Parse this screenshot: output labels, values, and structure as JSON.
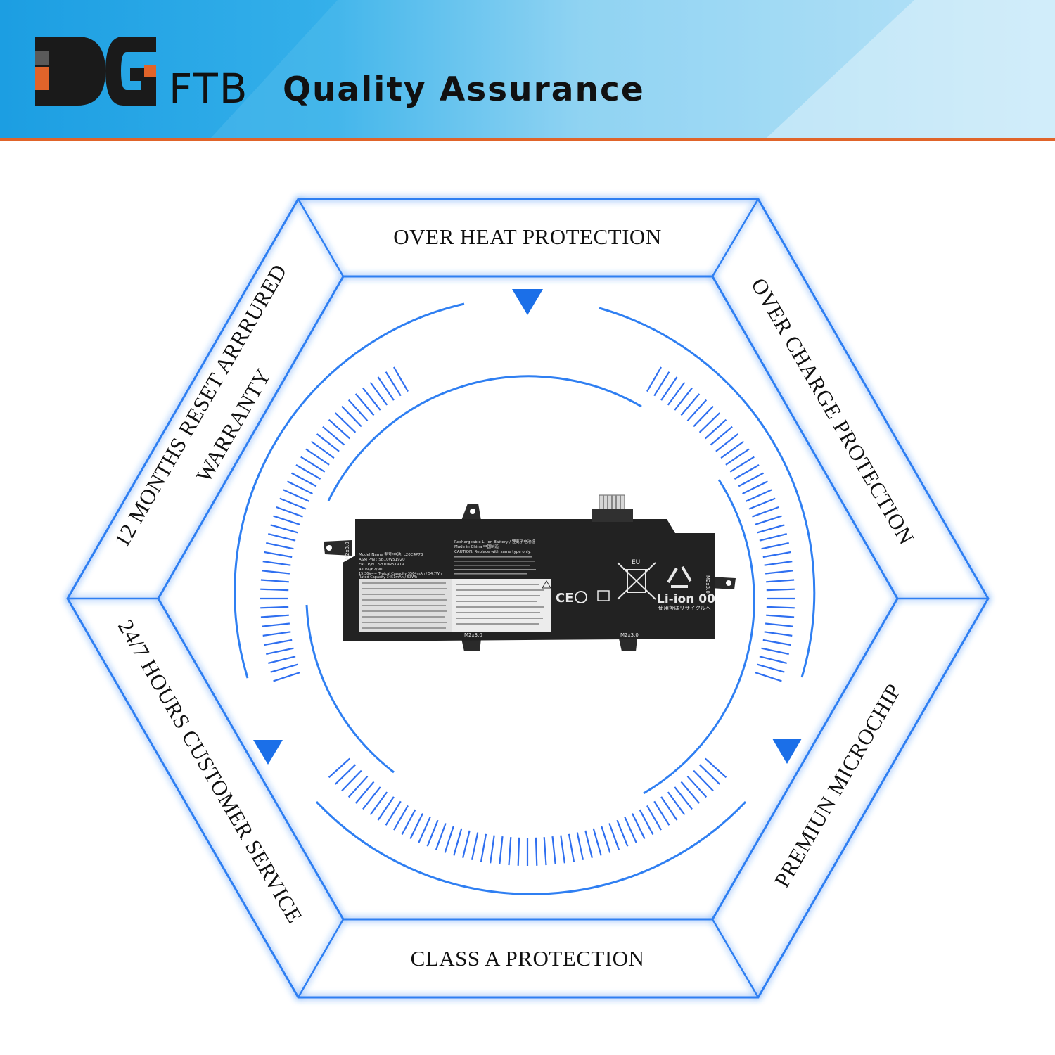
{
  "header": {
    "brand_ftb": "FTB",
    "tagline": "Quality Assurance",
    "colors": {
      "blue": "#1d9fe3",
      "light_blue": "#cfeaf8",
      "accent": "#e0642a",
      "dark": "#1a1a1a"
    }
  },
  "features": {
    "top": "OVER HEAT PROTECTION",
    "upper_right": "OVER CHARGE PROTECTION",
    "lower_right": "PREMIUN MICROCHIP",
    "bottom": "CLASS A PROTECTION",
    "lower_left": "24/7 HOURS CUSTOMER SERVICE",
    "upper_left_line1": "12 MONTHS RESET ARRRURED",
    "upper_left_line2": "WARRANTY"
  },
  "battery_label": {
    "model": "Model Name 型号/电池: L20C4P73",
    "asm": "ASM P/N : SB10W51920",
    "fru": "FRU P/N : SB10W51919",
    "cells": "4ICP4/62/90",
    "voltage": "15.36V== Typical Capacity 3564mAh / 54.7Wh",
    "rated": "Rated Capacity 3451mAh / 53Wh",
    "rechargeable": "Rechargeable Li-ion Battery / 锂离子电池组",
    "made_in": "Made in China 中国制造",
    "caution": "CAUTION: Replace with same type only.",
    "screw_left": "M2x3.0",
    "screw_mid": "M2x3.0",
    "screw_right": "M2x3.0",
    "screw_edge": "M2x3.0",
    "eu": "EU",
    "li_ion": "Li-ion 00",
    "recycle_jp": "使用後はリサイクルへ"
  }
}
